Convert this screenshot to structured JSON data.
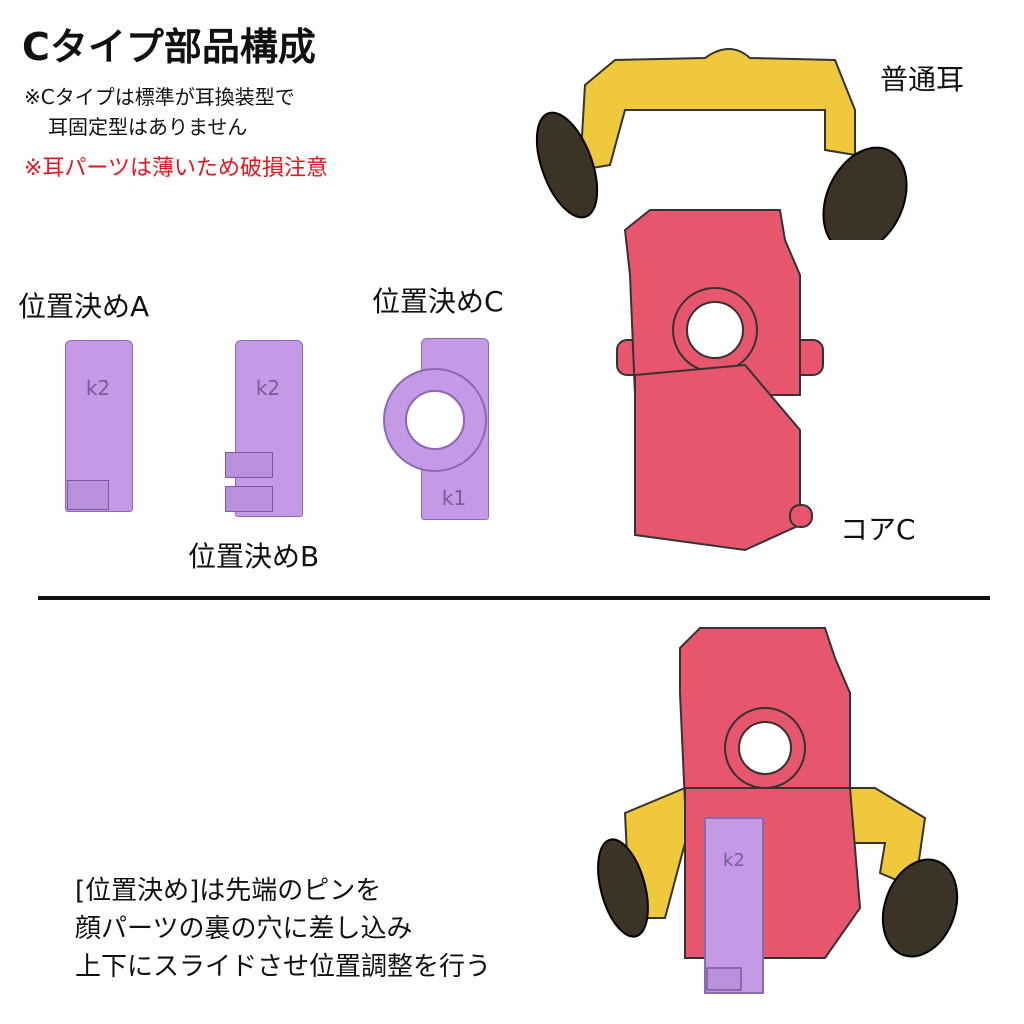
{
  "title": "Cタイプ部品構成",
  "note_lines": [
    "※Cタイプは標準が耳換装型で",
    "耳固定型はありません"
  ],
  "warning": "※耳パーツは薄いため破損注意",
  "labels": {
    "ear": "普通耳",
    "core": "コアC",
    "pos_a": "位置決めA",
    "pos_b": "位置決めB",
    "pos_c": "位置決めC"
  },
  "part_marks": {
    "a": "k2",
    "b": "k2",
    "c": "k1",
    "assembled": "k2"
  },
  "instructions": [
    "[位置決め]は先端のピンを",
    "顔パーツの裏の穴に差し込み",
    "上下にスライドさせ位置調整を行う"
  ],
  "colors": {
    "core": "#e8566e",
    "ear_frame": "#f0c83c",
    "ear": "#3a3326",
    "locator": "#c49ae6",
    "warning": "#e8141c"
  }
}
